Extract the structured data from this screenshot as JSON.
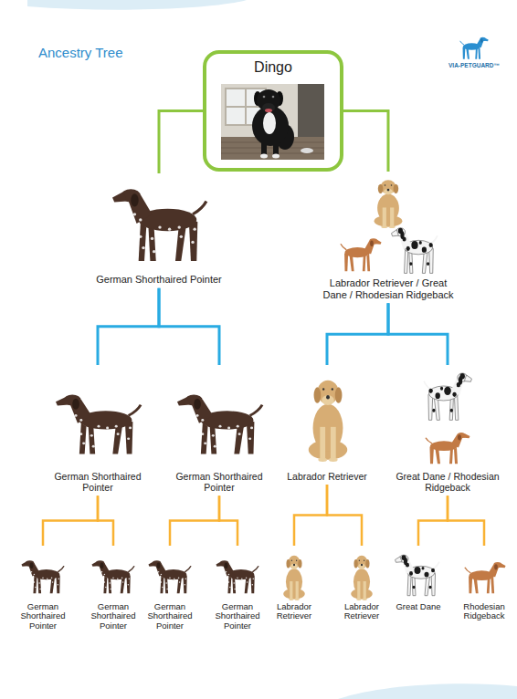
{
  "diagram": {
    "title": "Ancestry Tree",
    "nodes": [
      {
        "text": [
          "Dingo"
        ]
      },
      {
        "text": [
          "German Shorthaired Pointer"
        ]
      },
      {
        "text": [
          "Labrador Retriever / Great Dane / Rhodesian Ridgeback"
        ]
      },
      {
        "text": [
          "German Shorthaired Pointer"
        ]
      },
      {
        "text": [
          "German Shorthaired Pointer"
        ]
      },
      {
        "text": [
          "Labrador Retriever"
        ]
      },
      {
        "text": [
          "Great Dane / Rhodesian Ridgeback"
        ]
      },
      {
        "text": [
          "German Shorthaired Pointer"
        ]
      },
      {
        "text": [
          "German Shorthaired Pointer"
        ]
      },
      {
        "text": [
          "German Shorthaired Pointer"
        ]
      },
      {
        "text": [
          "German Shorthaired Pointer"
        ]
      },
      {
        "text": [
          "Labrador Retriever"
        ]
      },
      {
        "text": [
          "Labrador Retriever"
        ]
      },
      {
        "text": [
          "Great Dane"
        ]
      },
      {
        "text": [
          "Rhodesian Ridgeback"
        ]
      }
    ],
    "edges": [
      {
        "from": 0,
        "to": 1,
        "arrow": "none"
      },
      {
        "from": 0,
        "to": 2,
        "arrow": "none"
      },
      {
        "from": 1,
        "to": 3,
        "arrow": "none"
      },
      {
        "from": 1,
        "to": 4,
        "arrow": "none"
      },
      {
        "from": 2,
        "to": 5,
        "arrow": "none"
      },
      {
        "from": 2,
        "to": 6,
        "arrow": "none"
      },
      {
        "from": 3,
        "to": 7,
        "arrow": "none"
      },
      {
        "from": 3,
        "to": 8,
        "arrow": "none"
      },
      {
        "from": 4,
        "to": 9,
        "arrow": "none"
      },
      {
        "from": 4,
        "to": 10,
        "arrow": "none"
      },
      {
        "from": 5,
        "to": 11,
        "arrow": "none"
      },
      {
        "from": 5,
        "to": 12,
        "arrow": "none"
      },
      {
        "from": 6,
        "to": 13,
        "arrow": "none"
      },
      {
        "from": 6,
        "to": 14,
        "arrow": "none"
      }
    ],
    "labels": [
      "VIA-PETGUARD™"
    ]
  }
}
